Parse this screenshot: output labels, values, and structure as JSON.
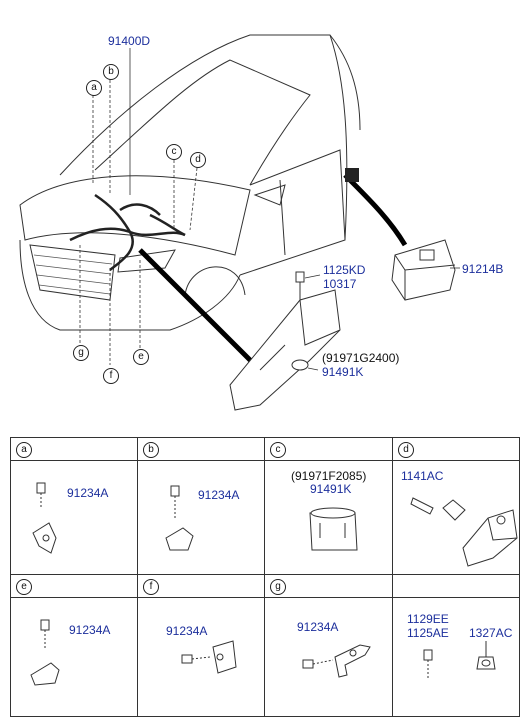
{
  "top": {
    "harness_part": "91400D",
    "callouts": [
      "a",
      "b",
      "c",
      "d",
      "e",
      "f",
      "g"
    ],
    "bolt_parts": [
      "1125KD",
      "10317"
    ],
    "bracket_code": "(91971G2400)",
    "bracket_part": "91491K",
    "box_part": "91214B"
  },
  "table": {
    "cells": [
      {
        "key": "a",
        "parts": [
          "91234A"
        ]
      },
      {
        "key": "b",
        "parts": [
          "91234A"
        ]
      },
      {
        "key": "c",
        "parts": [
          "(91971F2085)",
          "91491K"
        ]
      },
      {
        "key": "d",
        "parts": [
          "1141AC"
        ]
      },
      {
        "key": "e",
        "parts": [
          "91234A"
        ]
      },
      {
        "key": "f",
        "parts": [
          "91234A"
        ]
      },
      {
        "key": "g",
        "parts": [
          "91234A"
        ]
      },
      {
        "key": "",
        "parts": [
          "1129EE",
          "1125AE",
          "1327AC"
        ]
      }
    ]
  }
}
